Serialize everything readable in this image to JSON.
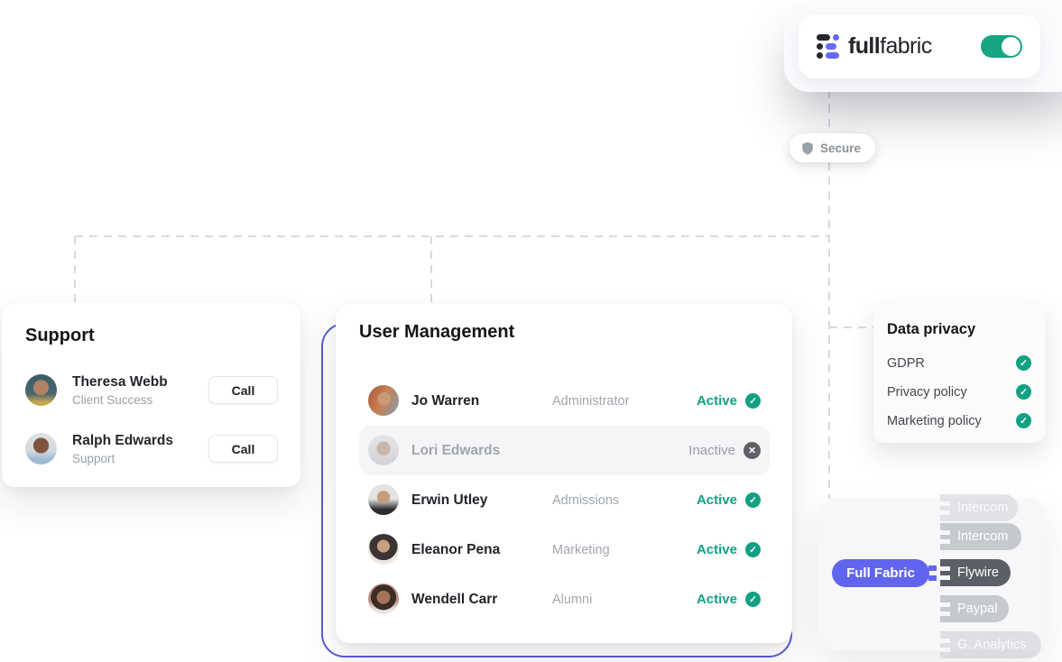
{
  "brand": {
    "name_bold": "full",
    "name_light": "fabric",
    "toggle_state": "on"
  },
  "secure": {
    "label": "Secure"
  },
  "support": {
    "title": "Support",
    "people": [
      {
        "name": "Theresa Webb",
        "role": "Client Success",
        "action": "Call"
      },
      {
        "name": "Ralph Edwards",
        "role": "Support",
        "action": "Call"
      }
    ]
  },
  "user_management": {
    "title": "User Management",
    "rows": [
      {
        "name": "Jo Warren",
        "role": "Administrator",
        "status": "Active",
        "active": true
      },
      {
        "name": "Lori Edwards",
        "role": "",
        "status": "Inactive",
        "active": false
      },
      {
        "name": "Erwin Utley",
        "role": "Admissions",
        "status": "Active",
        "active": true
      },
      {
        "name": "Eleanor Pena",
        "role": "Marketing",
        "status": "Active",
        "active": true
      },
      {
        "name": "Wendell Carr",
        "role": "Alumni",
        "status": "Active",
        "active": true
      }
    ]
  },
  "privacy": {
    "title": "Data privacy",
    "items": [
      "GDPR",
      "Privacy policy",
      "Marketing policy"
    ]
  },
  "integrations": {
    "source_label": "Full Fabric",
    "targets": [
      "Intercom",
      "Intercom",
      "Flywire",
      "Paypal",
      "G. Analytics"
    ]
  },
  "glyphs": {
    "check": "✓",
    "cross": "✕"
  },
  "colors": {
    "green": "#12a182",
    "toggle_green": "#17a483",
    "indigo": "#6165ee",
    "blue_outline": "#5a5be0",
    "dash": "#d8dade"
  }
}
